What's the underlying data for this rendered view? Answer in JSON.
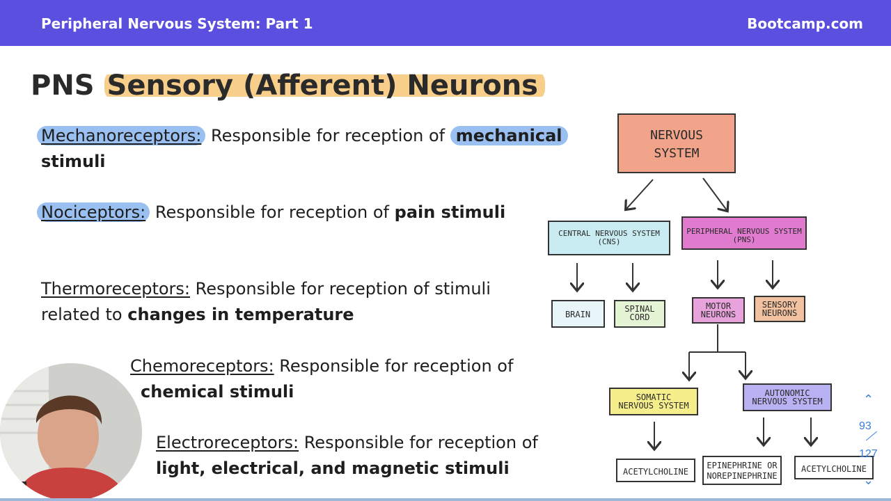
{
  "header": {
    "course_title": "Peripheral Nervous System: Part 1",
    "brand": "Bootcamp.com"
  },
  "slide": {
    "title_prefix": "PNS",
    "title_highlight": "Sensory (Afferent) Neurons",
    "items": [
      {
        "term": "Mechanoreceptors:",
        "text": " Responsible for reception of ",
        "bold": "mechanical",
        "bold2": "stimuli"
      },
      {
        "term": "Nociceptors:",
        "text": " Responsible for reception of ",
        "bold": "pain stimuli"
      },
      {
        "term": "Thermoreceptors:",
        "text": " Responsible for reception of stimuli",
        "text2": "related to ",
        "bold": "changes in temperature"
      },
      {
        "term": "Chemoreceptors:",
        "text": " Responsible for reception of",
        "bold": "chemical stimuli"
      },
      {
        "term": "Electroreceptors:",
        "text": " Responsible for reception of",
        "bold": "light, electrical, and magnetic stimuli"
      }
    ]
  },
  "diagram": {
    "nervous_system_line1": "NERVOUS",
    "nervous_system_line2": "SYSTEM",
    "cns_line1": "CENTRAL NERVOUS SYSTEM",
    "cns_line2": "(CNS)",
    "pns_line1": "PERIPHERAL NERVOUS SYSTEM",
    "pns_line2": "(PNS)",
    "brain": "BRAIN",
    "spinal_line1": "SPINAL",
    "spinal_line2": "CORD",
    "motor_line1": "MOTOR",
    "motor_line2": "NEURONS",
    "sensory_line1": "SENSORY",
    "sensory_line2": "NEURONS",
    "somatic_line1": "SOMATIC",
    "somatic_line2": "NERVOUS SYSTEM",
    "autonomic_line1": "AUTONOMIC",
    "autonomic_line2": "NERVOUS SYSTEM",
    "ach1": "ACETYLCHOLINE",
    "epi_line1": "EPINEPHRINE OR",
    "epi_line2": "NOREPINEPHRINE",
    "ach2": "ACETYLCHOLINE",
    "colors": {
      "nervous": "#f2a48a",
      "cns": "#c9ecf2",
      "pns": "#e07bd0",
      "brain": "#e8f6fa",
      "spinal": "#e6f4d6",
      "motor": "#e9a3dc",
      "sensory": "#f2c2a0",
      "somatic": "#f6ee8a",
      "autonomic": "#b8b2f2",
      "leaf": "#ffffff"
    }
  },
  "pager": {
    "current": "93",
    "total": "127"
  }
}
